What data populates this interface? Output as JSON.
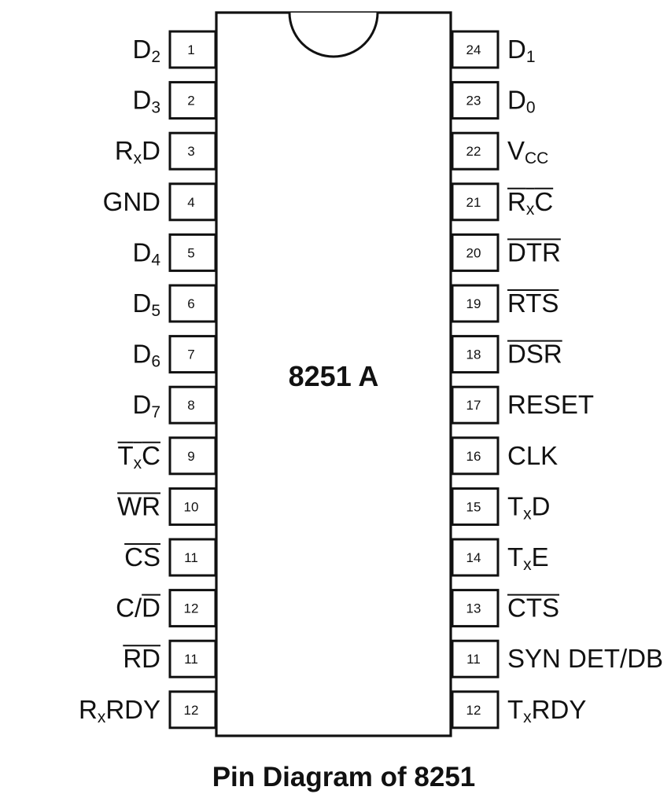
{
  "chip": {
    "name": "8251 A"
  },
  "caption": "Pin Diagram of 8251",
  "left_pins": [
    {
      "number": "1",
      "label": [
        {
          "t": "D"
        },
        {
          "t": "2",
          "sub": true
        }
      ]
    },
    {
      "number": "2",
      "label": [
        {
          "t": "D"
        },
        {
          "t": "3",
          "sub": true
        }
      ]
    },
    {
      "number": "3",
      "label": [
        {
          "t": "R"
        },
        {
          "t": "x",
          "sub": true
        },
        {
          "t": "D"
        }
      ]
    },
    {
      "number": "4",
      "label": [
        {
          "t": "GND"
        }
      ]
    },
    {
      "number": "5",
      "label": [
        {
          "t": "D"
        },
        {
          "t": "4",
          "sub": true
        }
      ]
    },
    {
      "number": "6",
      "label": [
        {
          "t": "D"
        },
        {
          "t": "5",
          "sub": true
        }
      ]
    },
    {
      "number": "7",
      "label": [
        {
          "t": "D"
        },
        {
          "t": "6",
          "sub": true
        }
      ]
    },
    {
      "number": "8",
      "label": [
        {
          "t": "D"
        },
        {
          "t": "7",
          "sub": true
        }
      ]
    },
    {
      "number": "9",
      "label": [
        {
          "t": "T",
          "bar": true
        },
        {
          "t": "x",
          "sub": true,
          "bar": true
        },
        {
          "t": "C",
          "bar": true
        }
      ]
    },
    {
      "number": "10",
      "label": [
        {
          "t": "WR",
          "bar": true
        }
      ]
    },
    {
      "number": "11",
      "label": [
        {
          "t": "CS",
          "bar": true
        }
      ]
    },
    {
      "number": "12",
      "label": [
        {
          "t": "C/"
        },
        {
          "t": "D",
          "bar": true
        }
      ]
    },
    {
      "number": "11",
      "label": [
        {
          "t": "RD",
          "bar": true
        }
      ]
    },
    {
      "number": "12",
      "label": [
        {
          "t": "R"
        },
        {
          "t": "x",
          "sub": true
        },
        {
          "t": "RDY"
        }
      ]
    }
  ],
  "right_pins": [
    {
      "number": "24",
      "label": [
        {
          "t": "D"
        },
        {
          "t": "1",
          "sub": true
        }
      ]
    },
    {
      "number": "23",
      "label": [
        {
          "t": "D"
        },
        {
          "t": "0",
          "sub": true
        }
      ]
    },
    {
      "number": "22",
      "label": [
        {
          "t": "V"
        },
        {
          "t": "CC",
          "sub": true
        }
      ]
    },
    {
      "number": "21",
      "label": [
        {
          "t": "R",
          "bar": true
        },
        {
          "t": "x",
          "sub": true,
          "bar": true
        },
        {
          "t": "C",
          "bar": true
        }
      ]
    },
    {
      "number": "20",
      "label": [
        {
          "t": "DTR",
          "bar": true
        }
      ]
    },
    {
      "number": "19",
      "label": [
        {
          "t": "RTS",
          "bar": true
        }
      ]
    },
    {
      "number": "18",
      "label": [
        {
          "t": "DSR",
          "bar": true
        }
      ]
    },
    {
      "number": "17",
      "label": [
        {
          "t": "RESET"
        }
      ]
    },
    {
      "number": "16",
      "label": [
        {
          "t": "CLK"
        }
      ]
    },
    {
      "number": "15",
      "label": [
        {
          "t": "T"
        },
        {
          "t": "x",
          "sub": true
        },
        {
          "t": "D"
        }
      ]
    },
    {
      "number": "14",
      "label": [
        {
          "t": "T"
        },
        {
          "t": "x",
          "sub": true
        },
        {
          "t": "E"
        }
      ]
    },
    {
      "number": "13",
      "label": [
        {
          "t": "CTS",
          "bar": true
        }
      ]
    },
    {
      "number": "11",
      "label": [
        {
          "t": "SYN DET/DB"
        }
      ]
    },
    {
      "number": "12",
      "label": [
        {
          "t": "T"
        },
        {
          "t": "x",
          "sub": true
        },
        {
          "t": "RDY"
        }
      ]
    }
  ]
}
